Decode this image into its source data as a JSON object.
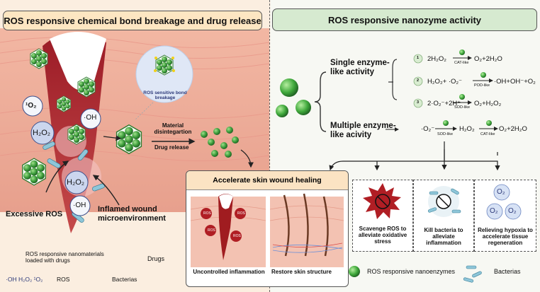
{
  "left_panel": {
    "title": "ROS responsive chemical bond breakage and drug release",
    "ros_sensitive": "ROS sensitive bond breakage",
    "material": "Material disintegartion",
    "drug_release": "Drug release",
    "excessive_ros": "Excessive ROS",
    "inflamed": "Inflamed wound microenvironment",
    "o2_singlet": "¹O₂",
    "oh": "·OH",
    "h2o2": "H₂O₂"
  },
  "legend": {
    "nanomaterials": "ROS responsive nanomaterials loaded with drugs",
    "drugs": "Drugs",
    "ros_species": "·OH  H₂O₂  ¹O₂",
    "ros": "ROS",
    "bacterias": "Bacterias",
    "nanoenzymes": "ROS responsive nanoenzymes",
    "bacterias_right": "Bacterias"
  },
  "right_panel": {
    "title": "ROS responsive nanozyme activity",
    "single": "Single enzyme-like activity",
    "multiple": "Multiple enzyme-like acivity",
    "reactions": [
      {
        "num": "1",
        "left": "2H₂O₂",
        "enzyme": "CAT-like",
        "right": "O₂+2H₂O"
      },
      {
        "num": "2",
        "left": "H₂O₂+ ·O₂⁻",
        "enzyme": "POD-like",
        "right": "·OH+OH⁻+O₂"
      },
      {
        "num": "3",
        "left": "2·O₂⁻+2H⁺",
        "enzyme": "SOD-like",
        "right": "O₂+H₂O₂"
      }
    ],
    "multi": {
      "start": "·O₂⁻",
      "enz1": "SOD-like",
      "mid": "H₂O₂",
      "enz2": "CAT-like",
      "end": "O₂+2H₂O"
    },
    "effects": [
      "Scavenge ROS to alleviate oxidative stress",
      "Kill bacteria to alleviate inflammation",
      "Relieving hypoxia to accelerate tissue regeneration"
    ],
    "o2": "O₂"
  },
  "heal": {
    "title": "Accelerate skin wound healing",
    "left": "Uncontrolled inflammation",
    "right": "Restore skin structure",
    "ros": "ROS"
  },
  "colors": {
    "green": "#3a9a3a",
    "red": "#a01c20",
    "panel_left": "#fdecd6",
    "panel_right": "#f2f7ee"
  }
}
